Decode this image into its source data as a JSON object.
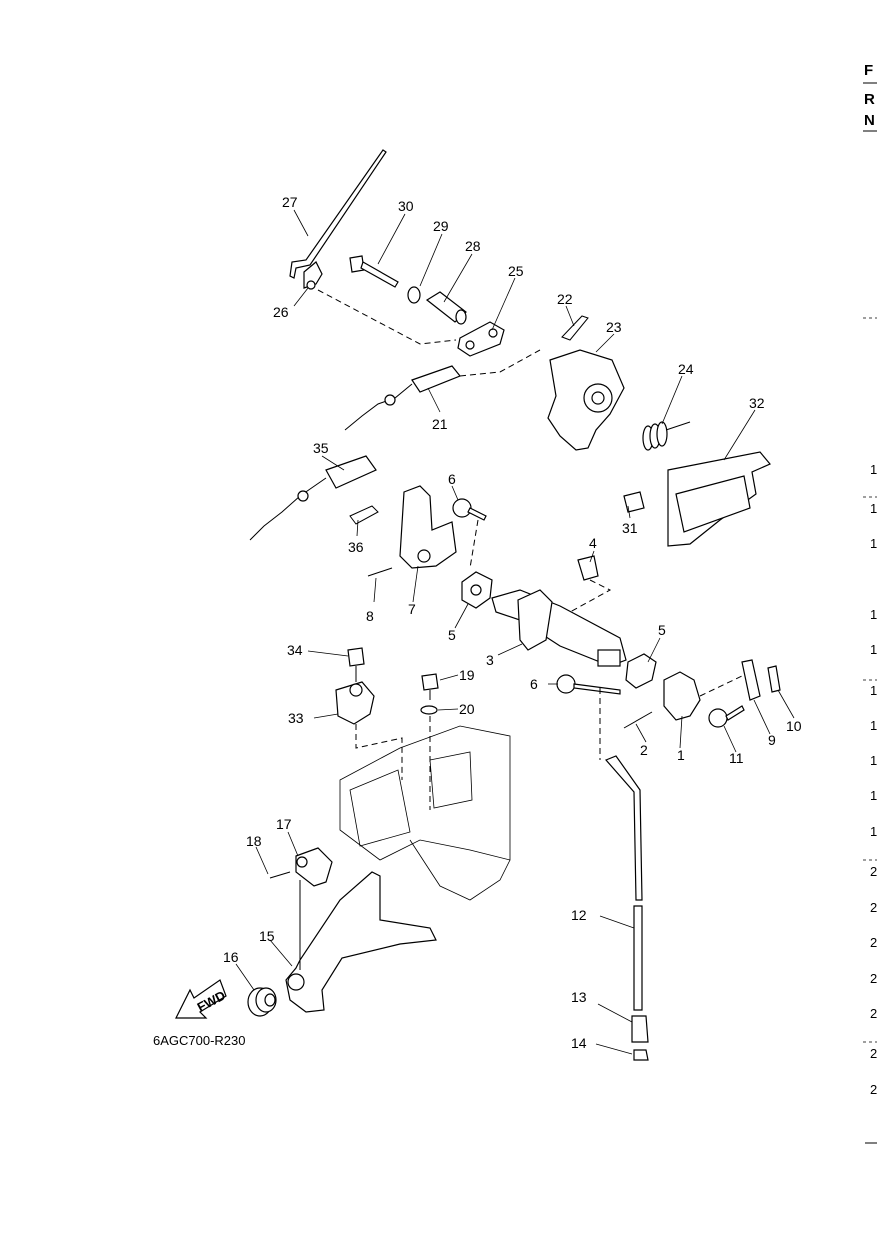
{
  "diagram": {
    "reference_code": "6AGC700-R230",
    "fwd_label": "FWD",
    "callouts": [
      "1",
      "2",
      "3",
      "4",
      "5",
      "5",
      "6",
      "6",
      "7",
      "8",
      "9",
      "10",
      "11",
      "12",
      "13",
      "14",
      "15",
      "16",
      "17",
      "18",
      "19",
      "20",
      "21",
      "22",
      "23",
      "24",
      "25",
      "26",
      "27",
      "28",
      "29",
      "30",
      "31",
      "32",
      "33",
      "34",
      "35",
      "36"
    ]
  },
  "edge_column": {
    "header_letters": [
      "F",
      "R",
      "N"
    ],
    "row_digits": [
      "1",
      "1",
      "1",
      "1",
      "1",
      "1",
      "1",
      "1",
      "1",
      "1",
      "2",
      "2",
      "2",
      "2",
      "2",
      "2",
      "2"
    ]
  }
}
